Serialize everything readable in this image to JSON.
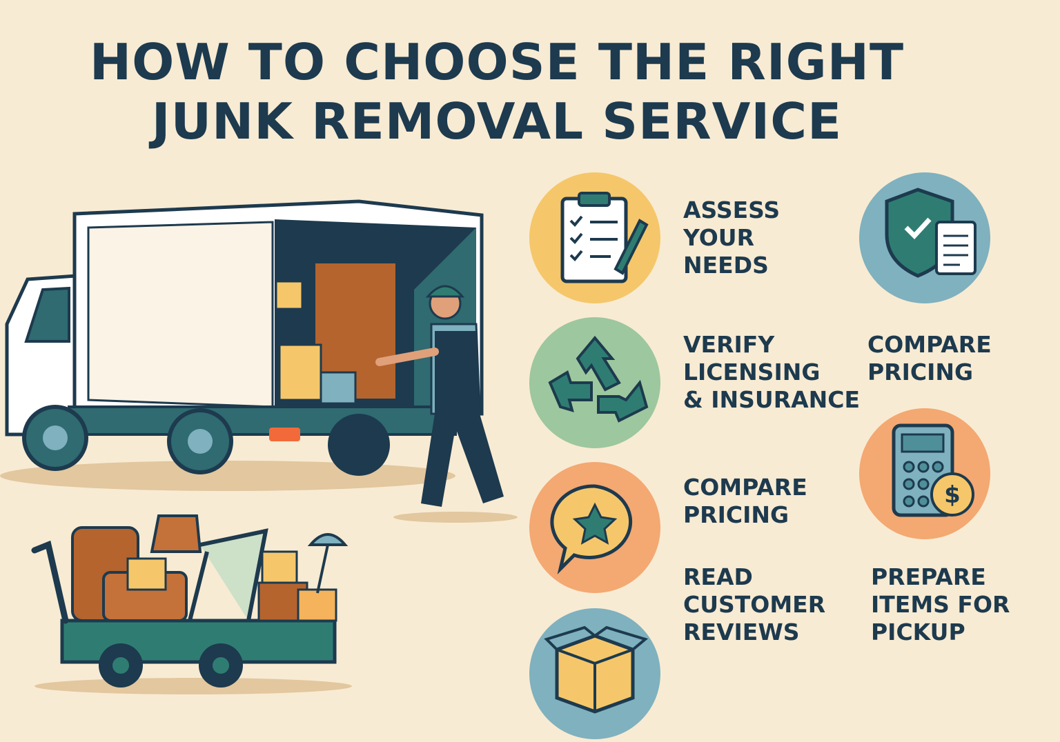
{
  "title": {
    "line1": "HOW TO CHOOSE THE RIGHT",
    "line2": "JUNK REMOVAL SERVICE"
  },
  "steps": [
    {
      "label": "ASSESS\nYOUR\nNEEDS",
      "icon": "clipboard-checklist-icon",
      "color": "#f5c76a"
    },
    {
      "label": "VERIFY\nLICENSING\n& INSURANCE",
      "icon": "recycle-icon",
      "color": "#9dc79e"
    },
    {
      "label": "COMPARE\nPRICING",
      "icon": "shield-document-icon",
      "color": "#7fb1bf"
    },
    {
      "label": "COMPARE\nPRICING",
      "icon": "star-speech-bubble-icon",
      "color": "#f4a872"
    },
    {
      "label": "READ\nCUSTOMER\nREVIEWS",
      "icon": "open-box-icon",
      "color": "#7fb1bf"
    },
    {
      "label": "PREPARE\nITEMS FOR\nPICKUP",
      "icon": "calculator-dollar-icon",
      "color": "#f4a872"
    }
  ],
  "colors": {
    "navy": "#1d3a4e",
    "teal": "#2f7d72",
    "background": "#f8ebd3"
  }
}
